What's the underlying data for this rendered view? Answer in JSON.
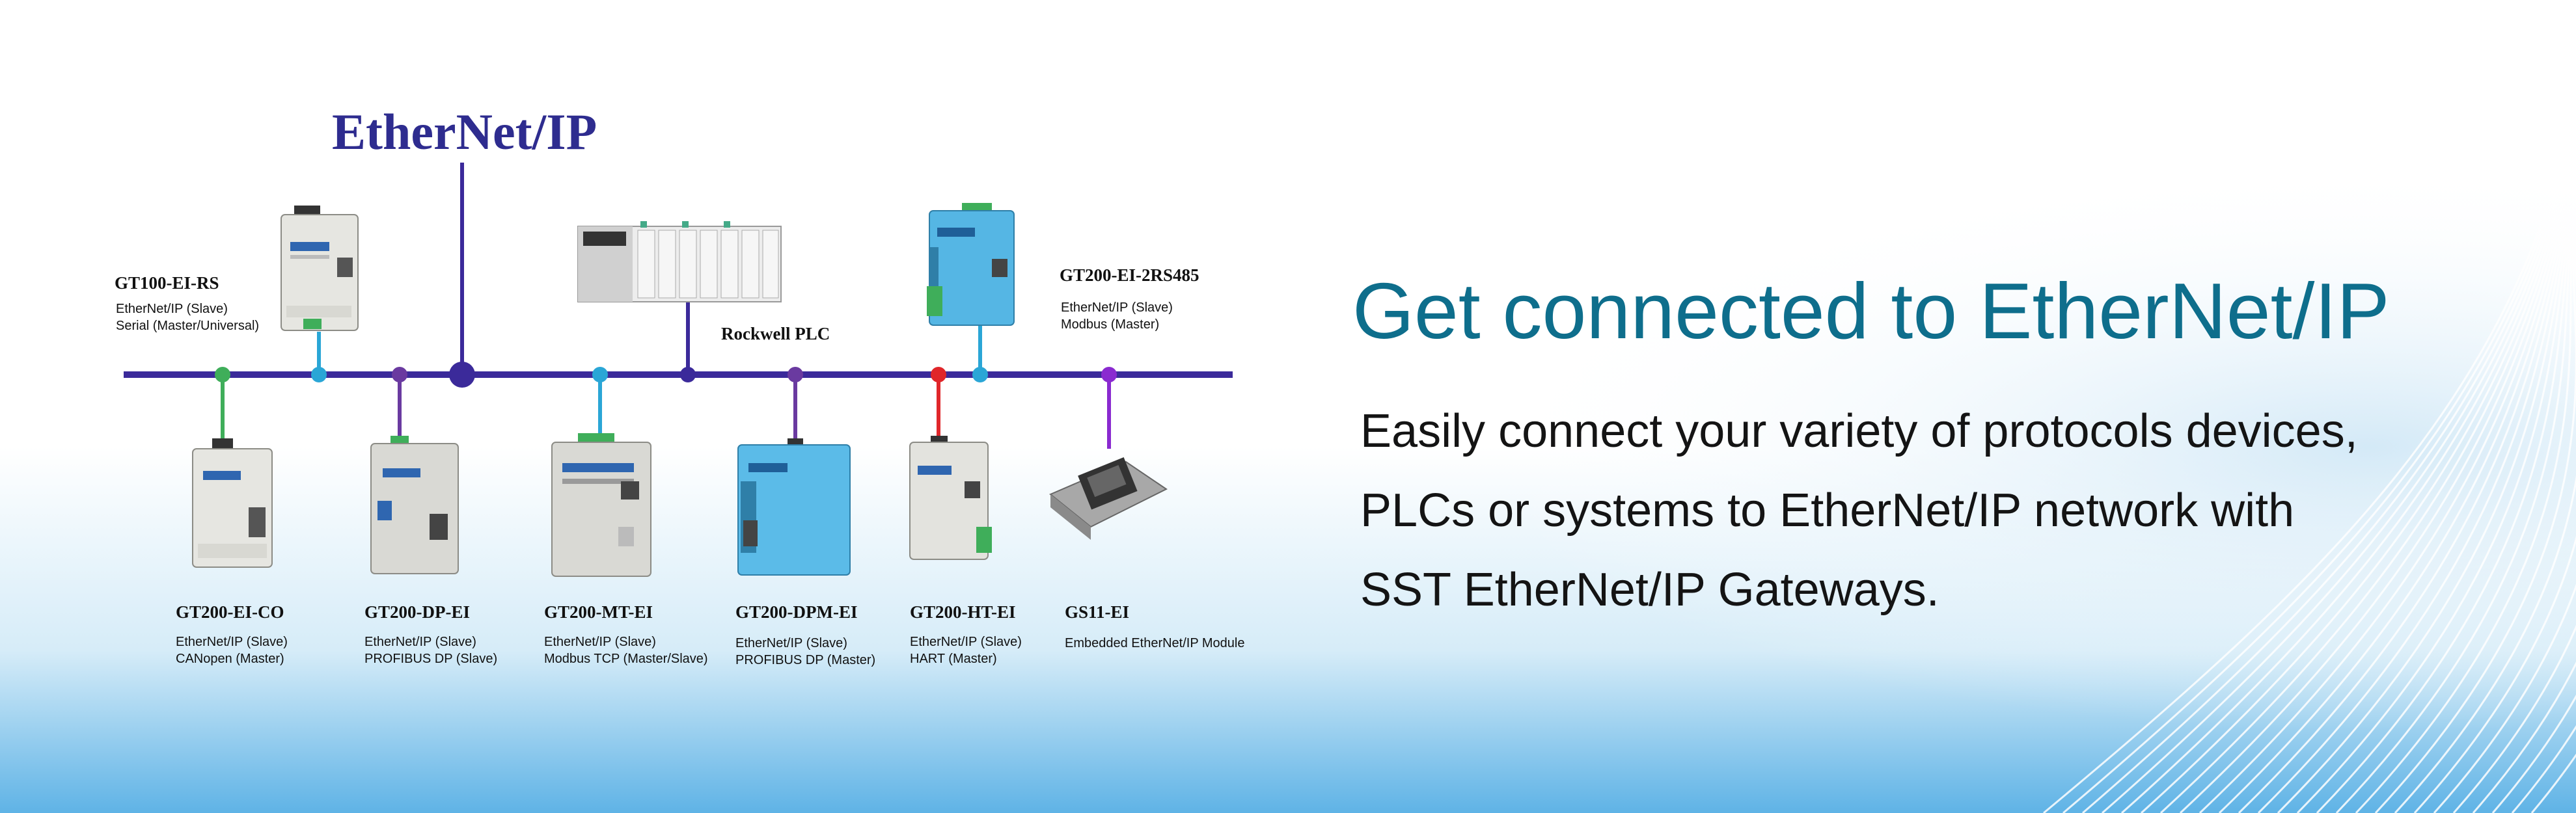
{
  "network": {
    "title": "EtherNet/IP"
  },
  "plc": {
    "label": "Rockwell PLC"
  },
  "devices_top": [
    {
      "name": "GT100-EI-RS",
      "lines": [
        "EtherNet/IP (Slave)",
        "Serial (Master/Universal)"
      ]
    },
    {
      "name": "GT200-EI-2RS485",
      "lines": [
        "EtherNet/IP (Slave)",
        "Modbus (Master)"
      ]
    }
  ],
  "devices_bottom": [
    {
      "name": "GT200-EI-CO",
      "lines": [
        "EtherNet/IP (Slave)",
        "CANopen (Master)"
      ]
    },
    {
      "name": "GT200-DP-EI",
      "lines": [
        "EtherNet/IP (Slave)",
        "PROFIBUS DP (Slave)"
      ]
    },
    {
      "name": "GT200-MT-EI",
      "lines": [
        "EtherNet/IP (Slave)",
        "Modbus TCP (Master/Slave)"
      ]
    },
    {
      "name": "GT200-DPM-EI",
      "lines": [
        "EtherNet/IP (Slave)",
        "PROFIBUS DP (Master)"
      ]
    },
    {
      "name": "GT200-HT-EI",
      "lines": [
        "EtherNet/IP (Slave)",
        "HART (Master)"
      ]
    },
    {
      "name": "GS11-EI",
      "lines": [
        "Embedded EtherNet/IP Module"
      ]
    }
  ],
  "headline": "Get connected to EtherNet/IP",
  "body_lines": [
    "Easily connect your variety of protocols devices,",
    "PLCs or systems to EtherNet/IP network with",
    "SST EtherNet/IP Gateways."
  ],
  "colors": {
    "bus": "#3b2a9a",
    "title": "#2e2c8f",
    "headline": "#0e6e8c",
    "green": "#3fae5a",
    "cyan": "#2aa6d6",
    "purple": "#6a3aa0",
    "red": "#e0262a"
  }
}
